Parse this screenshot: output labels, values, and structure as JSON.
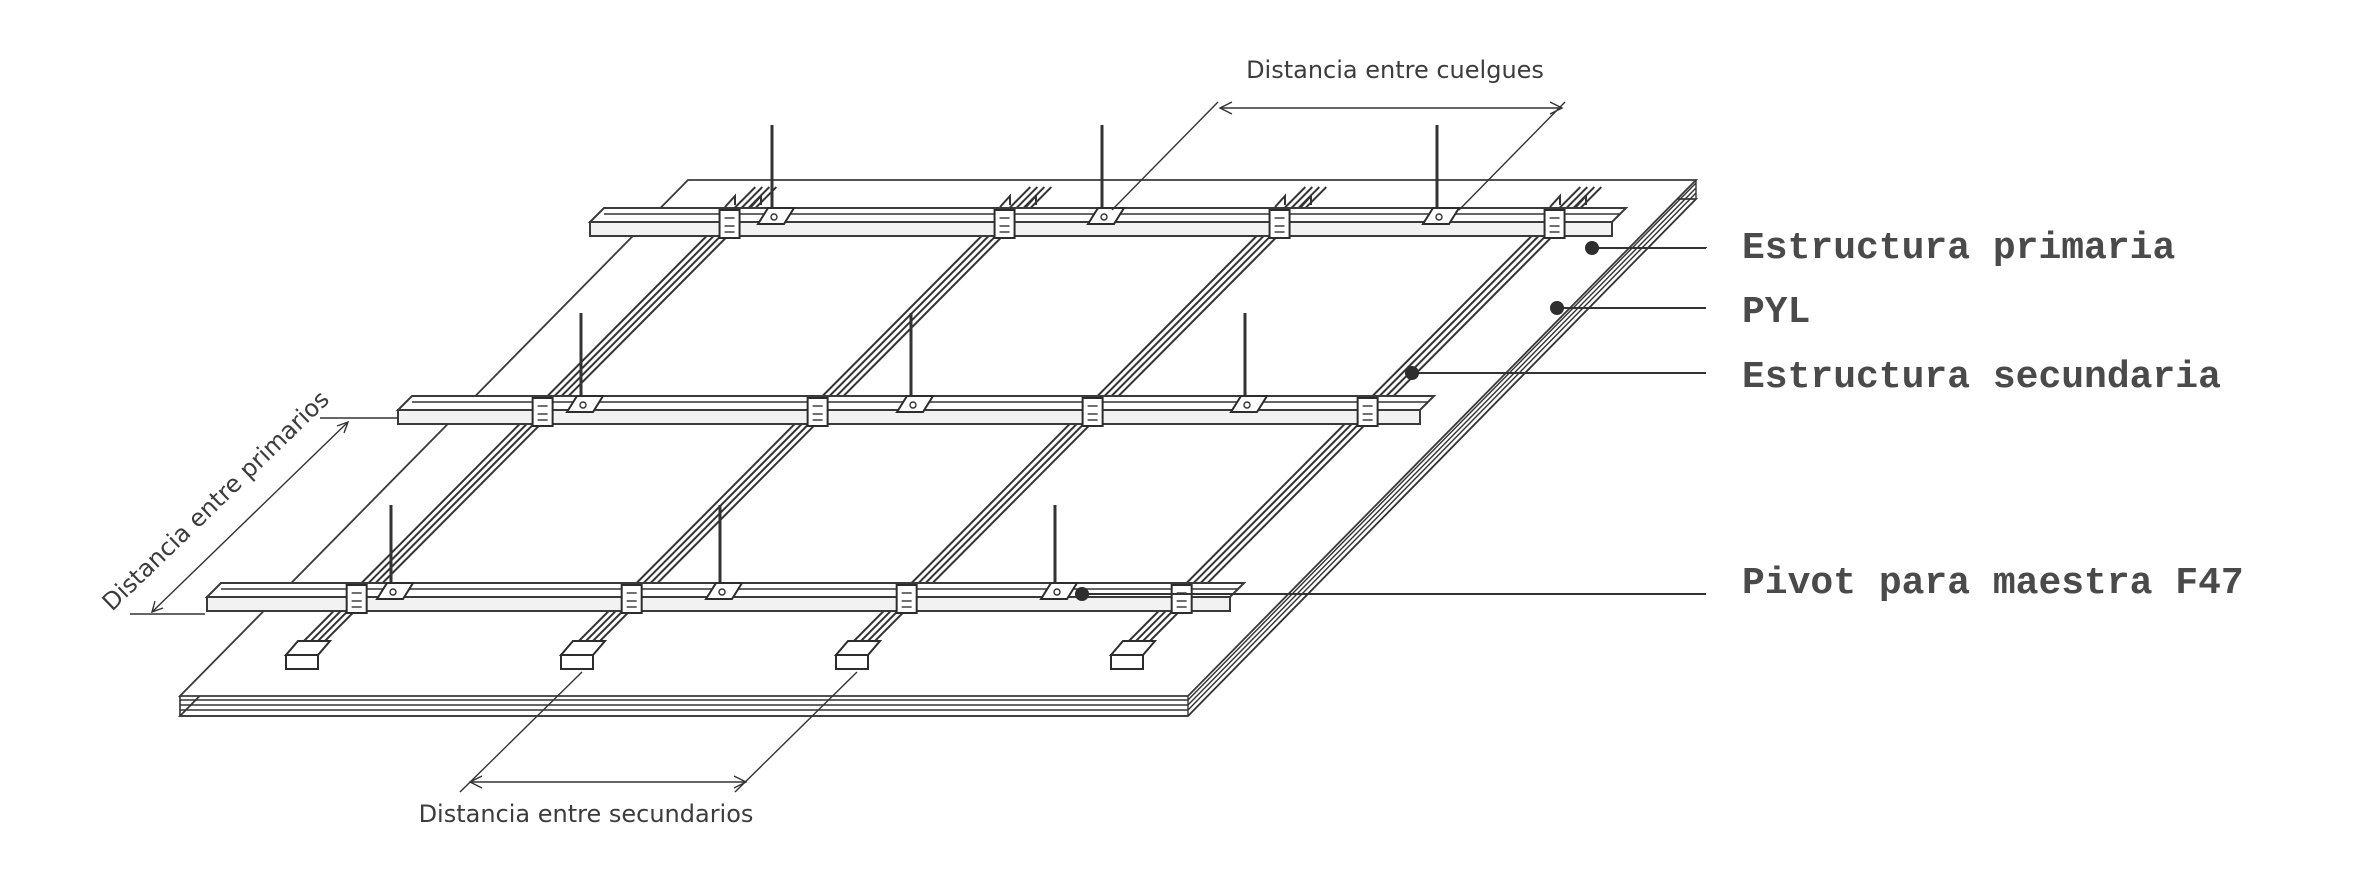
{
  "title": "Estructura de techo continuo con maestra F47",
  "labels": {
    "estructura_primaria": "Estructura primaria",
    "pyl": "PYL",
    "estructura_secundaria": "Estructura secundaria",
    "pivot": "Pivot para maestra F47"
  },
  "dimensions": {
    "cuelgues": "Distancia entre cuelgues",
    "primarios": "Distancia entre primarios",
    "secundarios": "Distancia entre secundarios"
  },
  "colors": {
    "line": "#333333",
    "label_text": "#4a4a4a",
    "background": "#ffffff"
  }
}
